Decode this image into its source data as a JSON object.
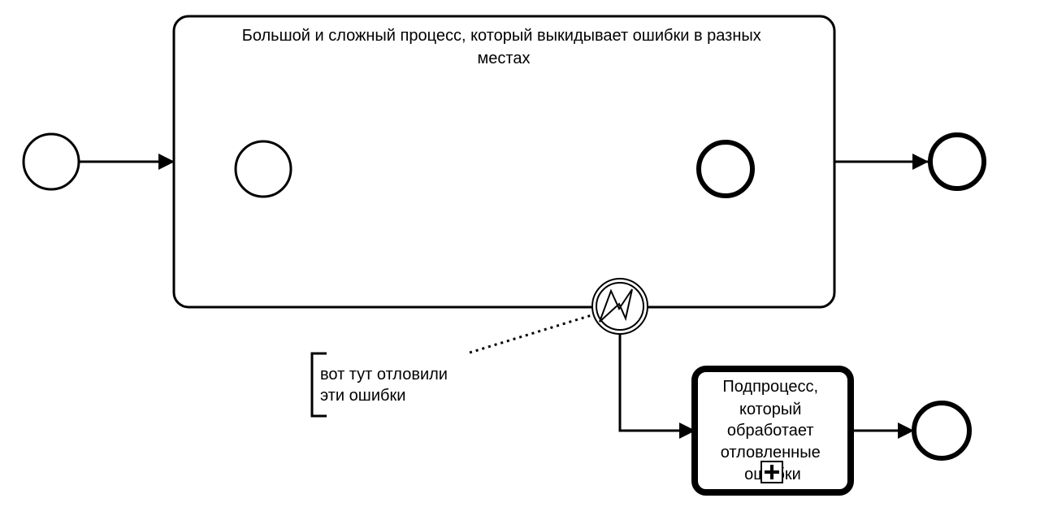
{
  "diagram": {
    "title": "BPMN",
    "main_subprocess": {
      "label_lines": [
        "Большой и сложный процесс, который выкидывает ошибки в разных",
        "местах"
      ]
    },
    "annotation": {
      "lines": [
        "вот тут отловили",
        "эти ошибки"
      ]
    },
    "error_subprocess": {
      "label_lines": [
        "Подпроцесс,",
        "который",
        "обработает",
        "отловленные",
        "ошибки"
      ]
    },
    "colors": {
      "stroke": "#000000",
      "fill": "#ffffff"
    },
    "icons": [
      "error-boundary-icon",
      "expand-plus-icon"
    ]
  }
}
